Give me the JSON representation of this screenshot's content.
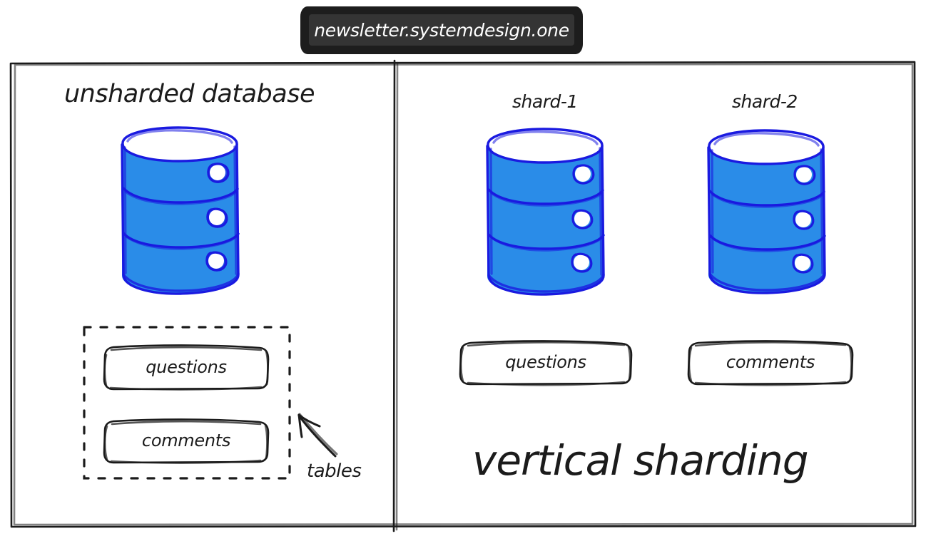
{
  "banner": {
    "url": "newsletter.systemdesign.one",
    "bg_color": "#1d1d1d",
    "inner_color": "#343434",
    "text_color": "#ffffff"
  },
  "colors": {
    "stroke": "#1b1b1b",
    "db_fill": "#2a8ce8",
    "db_stroke": "#1a1ae0",
    "background": "#ffffff"
  },
  "left_panel": {
    "title": "unsharded database",
    "database": {
      "icon": "database-cylinder",
      "segments": 3
    },
    "tables_group": {
      "annotation": "tables",
      "tables": [
        {
          "label": "questions"
        },
        {
          "label": "comments"
        }
      ]
    }
  },
  "right_panel": {
    "title": "vertical sharding",
    "shards": [
      {
        "label": "shard-1",
        "table": "questions"
      },
      {
        "label": "shard-2",
        "table": "comments"
      }
    ]
  }
}
